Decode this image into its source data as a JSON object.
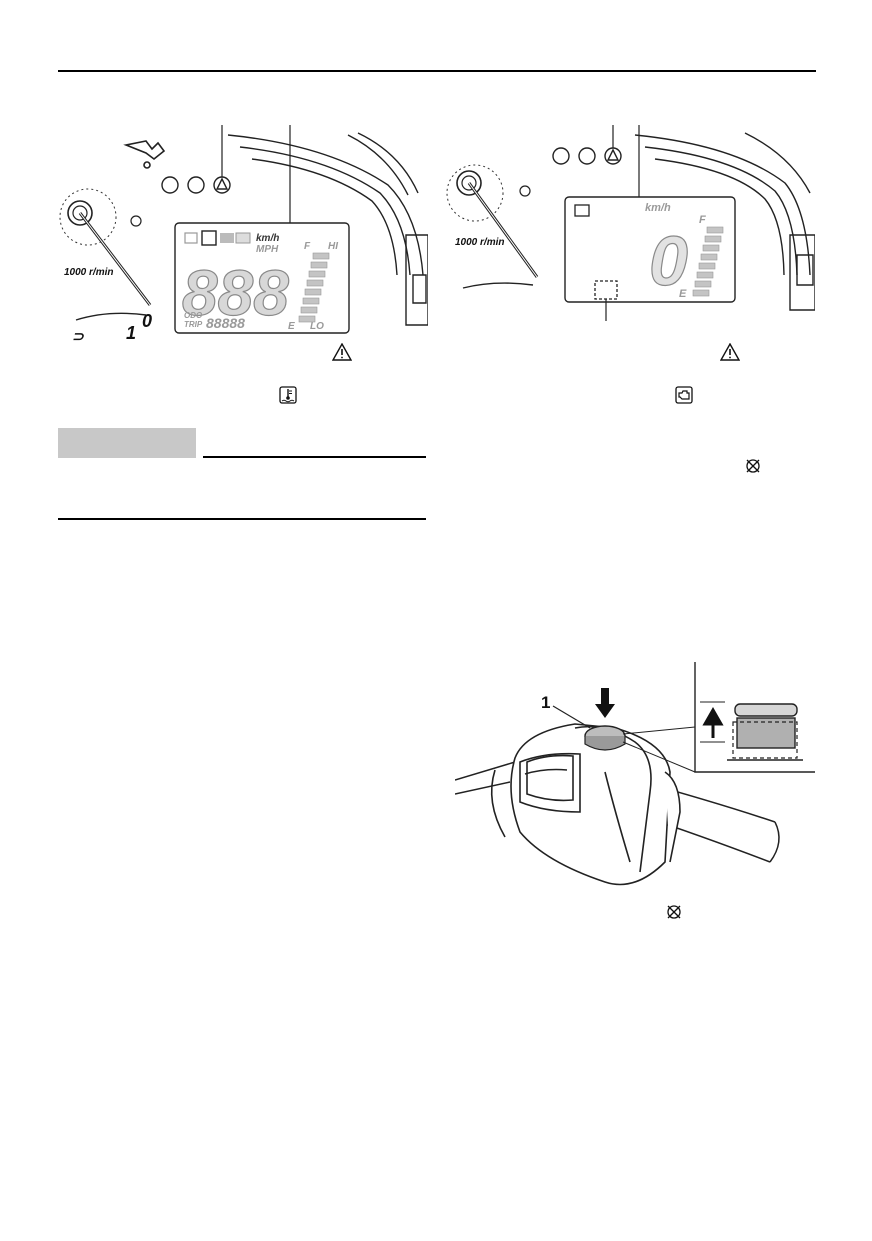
{
  "figure_left": {
    "speed_unit_top": "km/h",
    "speed_unit_bottom": "MPH",
    "rpm_label": "1000 r/min",
    "rpm_scale_marks": [
      "⊃",
      "1",
      "0"
    ],
    "digits": "888",
    "odo_label": "ODO",
    "trip_label": "TRIP",
    "odometer_digits": "88888",
    "fuel_full": "F",
    "fuel_empty": "E",
    "range_hi": "HI",
    "range_lo": "LO"
  },
  "figure_right": {
    "speed_unit": "km/h",
    "rpm_label": "1000 r/min",
    "digit": "0",
    "fuel_full": "F",
    "fuel_empty": "E"
  },
  "figure_switch": {
    "callout_number": "1"
  },
  "icons": {
    "left_caption_icon": "coolant-temperature-icon",
    "left_warning_icon": "warning-triangle-icon",
    "right_caption_icon": "engine-trouble-icon",
    "right_warning_icon": "warning-triangle-icon",
    "right_text_icon": "crossed-circle-icon",
    "switch_caption_icon": "crossed-circle-icon"
  }
}
